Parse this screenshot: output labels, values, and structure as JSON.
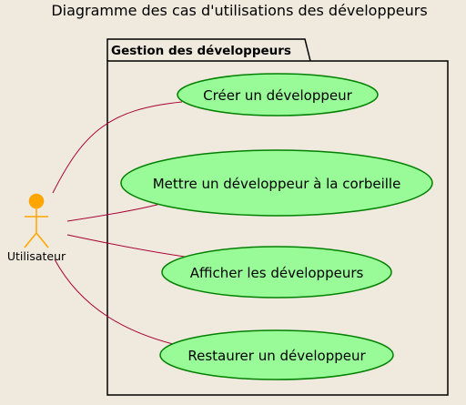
{
  "title": "Diagramme des cas d'utilisations des développeurs",
  "package": {
    "label": "Gestion des développeurs"
  },
  "actor": {
    "label": "Utilisateur"
  },
  "use_cases": [
    {
      "id": "uc-create",
      "label": "Créer un développeur"
    },
    {
      "id": "uc-trash",
      "label": "Mettre un développeur à la corbeille"
    },
    {
      "id": "uc-list",
      "label": "Afficher les développeurs"
    },
    {
      "id": "uc-restore",
      "label": "Restaurer un développeur"
    }
  ],
  "colors": {
    "background": "#efeadd",
    "actor": "#ffa500",
    "use_case_fill": "#98fb98",
    "use_case_stroke": "#008000",
    "association": "#a80036",
    "package_stroke": "#000000"
  }
}
